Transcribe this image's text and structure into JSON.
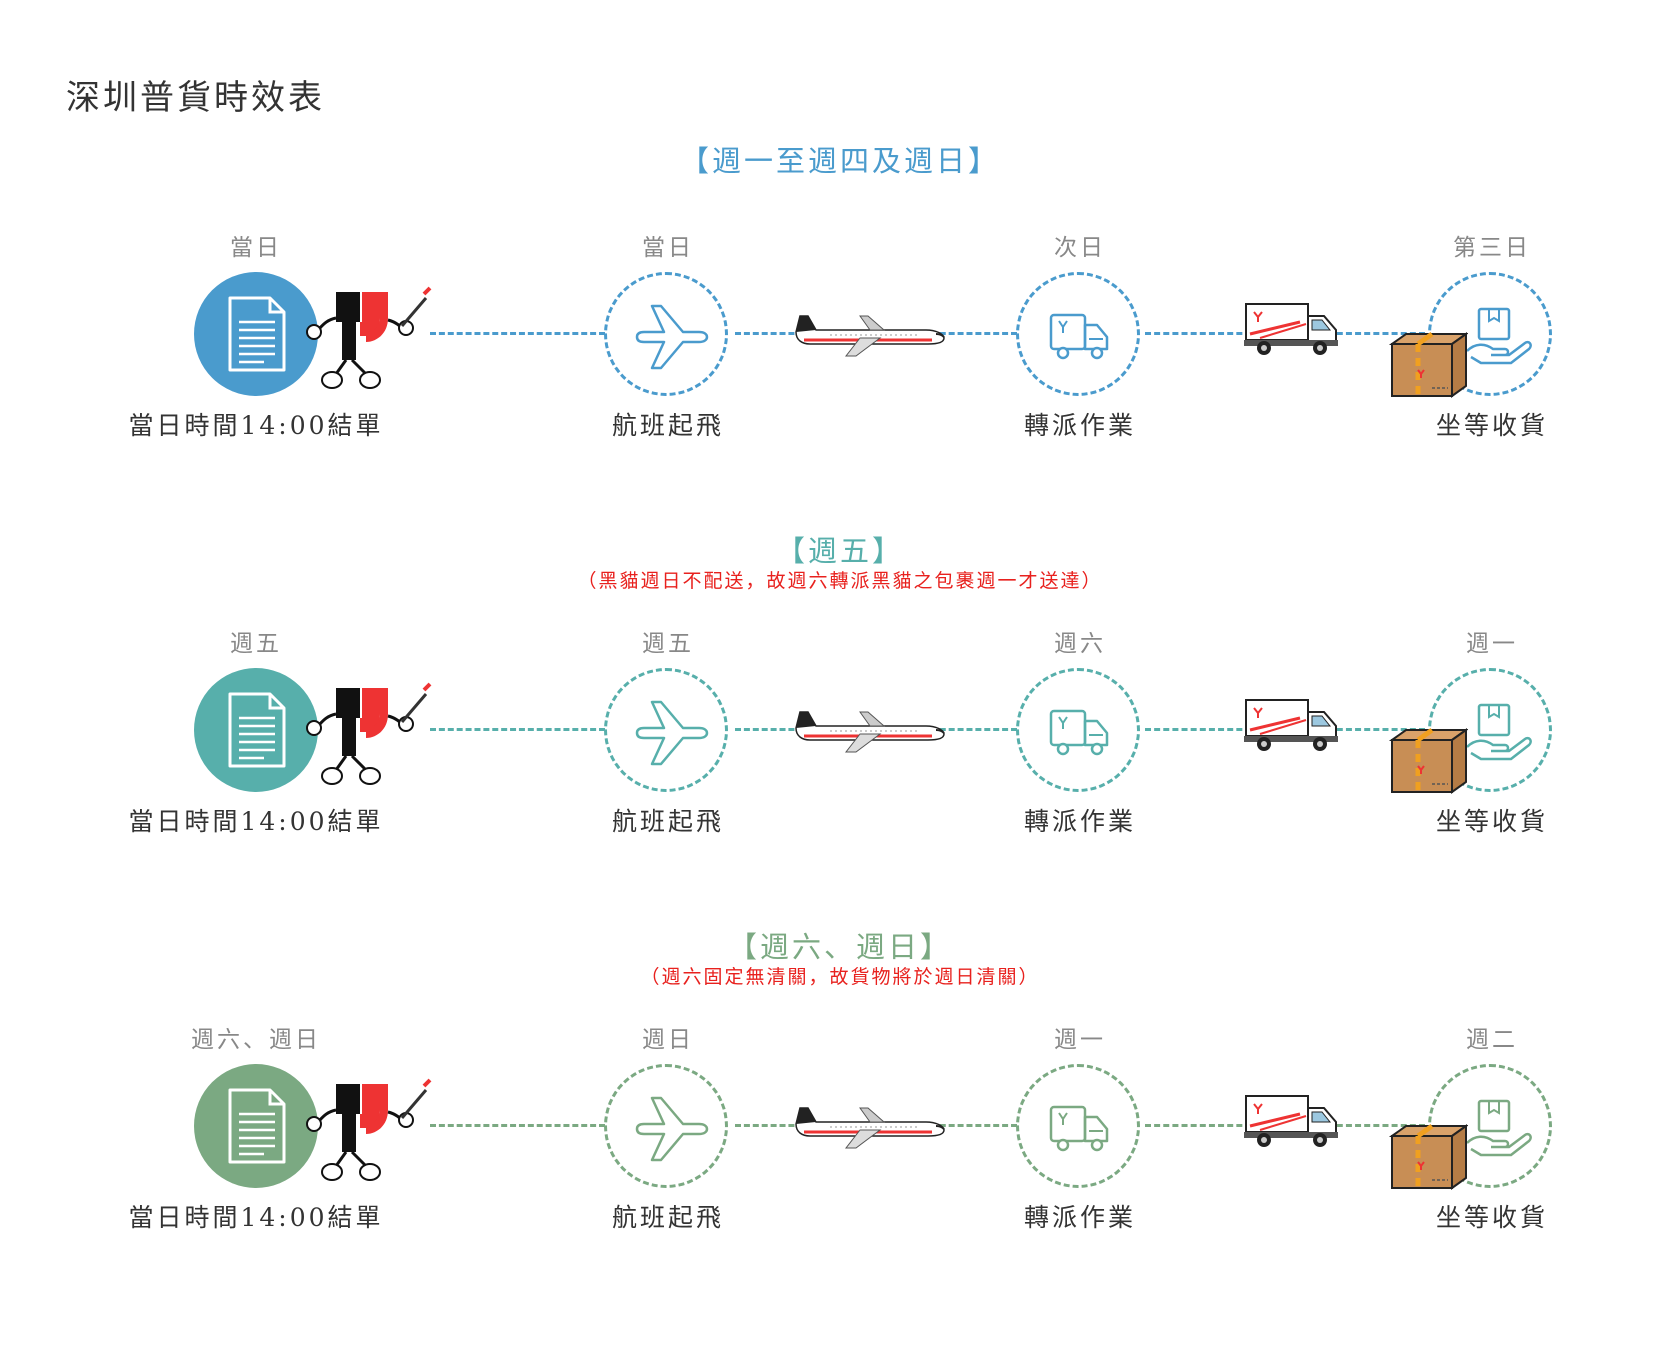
{
  "page_title": "深圳普貨時效表",
  "stages": [
    "當日時間14:00結單",
    "航班起飛",
    "轉派作業",
    "坐等收貨"
  ],
  "sections": [
    {
      "heading": "【週一至週四及週日】",
      "note": "",
      "color": "#4a9bcd",
      "days": [
        "當日",
        "當日",
        "次日",
        "第三日"
      ]
    },
    {
      "heading": "【週五】",
      "note": "（黑貓週日不配送，故週六轉派黑貓之包裹週一才送達）",
      "color": "#57afab",
      "days": [
        "週五",
        "週五",
        "週六",
        "週一"
      ]
    },
    {
      "heading": "【週六、週日】",
      "note": "（週六固定無清關，故貨物將於週日清關）",
      "color": "#7ba982",
      "days": [
        "週六、週日",
        "週日",
        "週一",
        "週二"
      ]
    }
  ],
  "icons": [
    "document-icon",
    "mascot-icon",
    "airplane-icon",
    "jet-icon",
    "delivery-van-icon",
    "truck-icon",
    "hand-package-icon",
    "cardboard-box-icon"
  ]
}
